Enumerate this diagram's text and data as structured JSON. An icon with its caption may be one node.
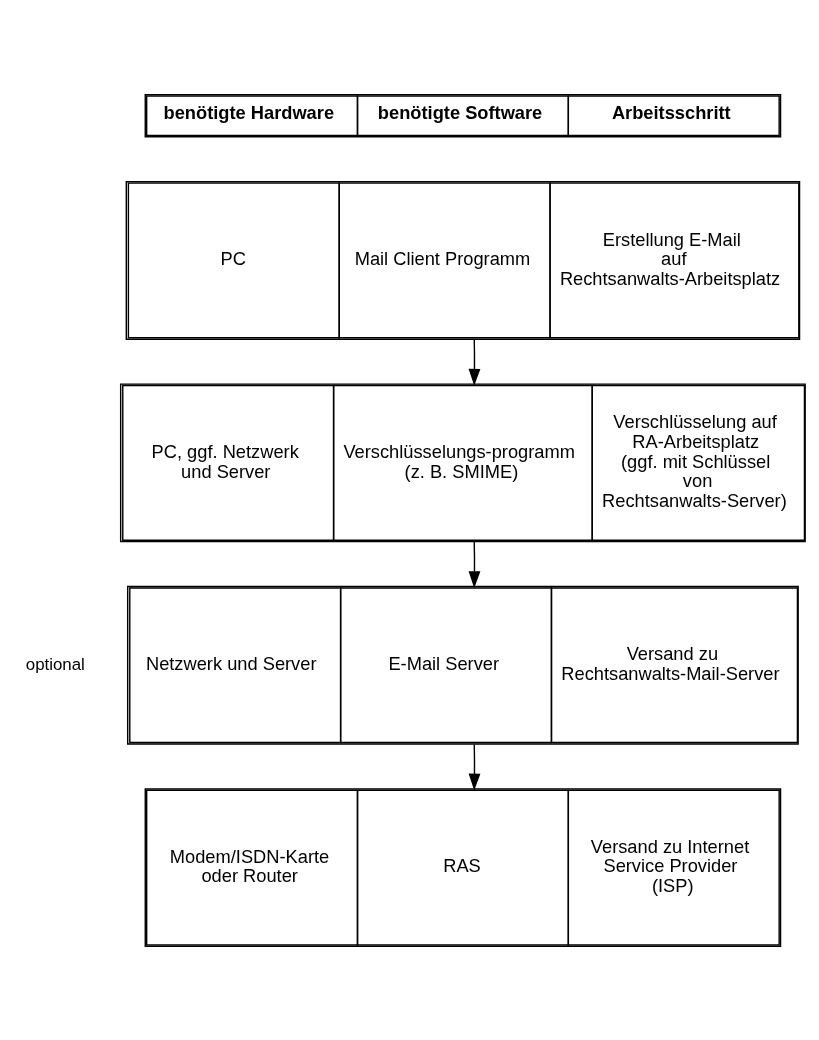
{
  "diagram": {
    "nodes": [
      {
        "text": [
          "benötigte Hardware",
          "benötigte Software",
          "Arbeitsschritt"
        ]
      },
      {
        "text": [
          "PC",
          "Mail Client Programm",
          "Erstellung E-Mail auf Rechtsanwalts-Arbeitsplatz"
        ]
      },
      {
        "text": [
          "PC, ggf. Netzwerk und Server",
          "Verschlüsselungs-programm (z. B. SMIME)",
          "Verschlüsselung auf RA-Arbeitsplatz (ggf. mit Schlüssel von Rechtsanwalts-Server)"
        ]
      },
      {
        "text": [
          "Netzwerk und Server",
          "E-Mail Server",
          "Versand zu Rechtsanwalts-Mail-Server"
        ],
        "beside": [
          "optional"
        ]
      },
      {
        "text": [
          "Modem/ISDN-Karte oder Router",
          "RAS",
          "Versand zu Internet Service Provider (ISP)"
        ]
      }
    ],
    "edges": [
      {
        "from": 1,
        "to": 2,
        "arrow": "to"
      },
      {
        "from": 2,
        "to": 3,
        "arrow": "to"
      },
      {
        "from": 3,
        "to": 4,
        "arrow": "to"
      }
    ]
  }
}
